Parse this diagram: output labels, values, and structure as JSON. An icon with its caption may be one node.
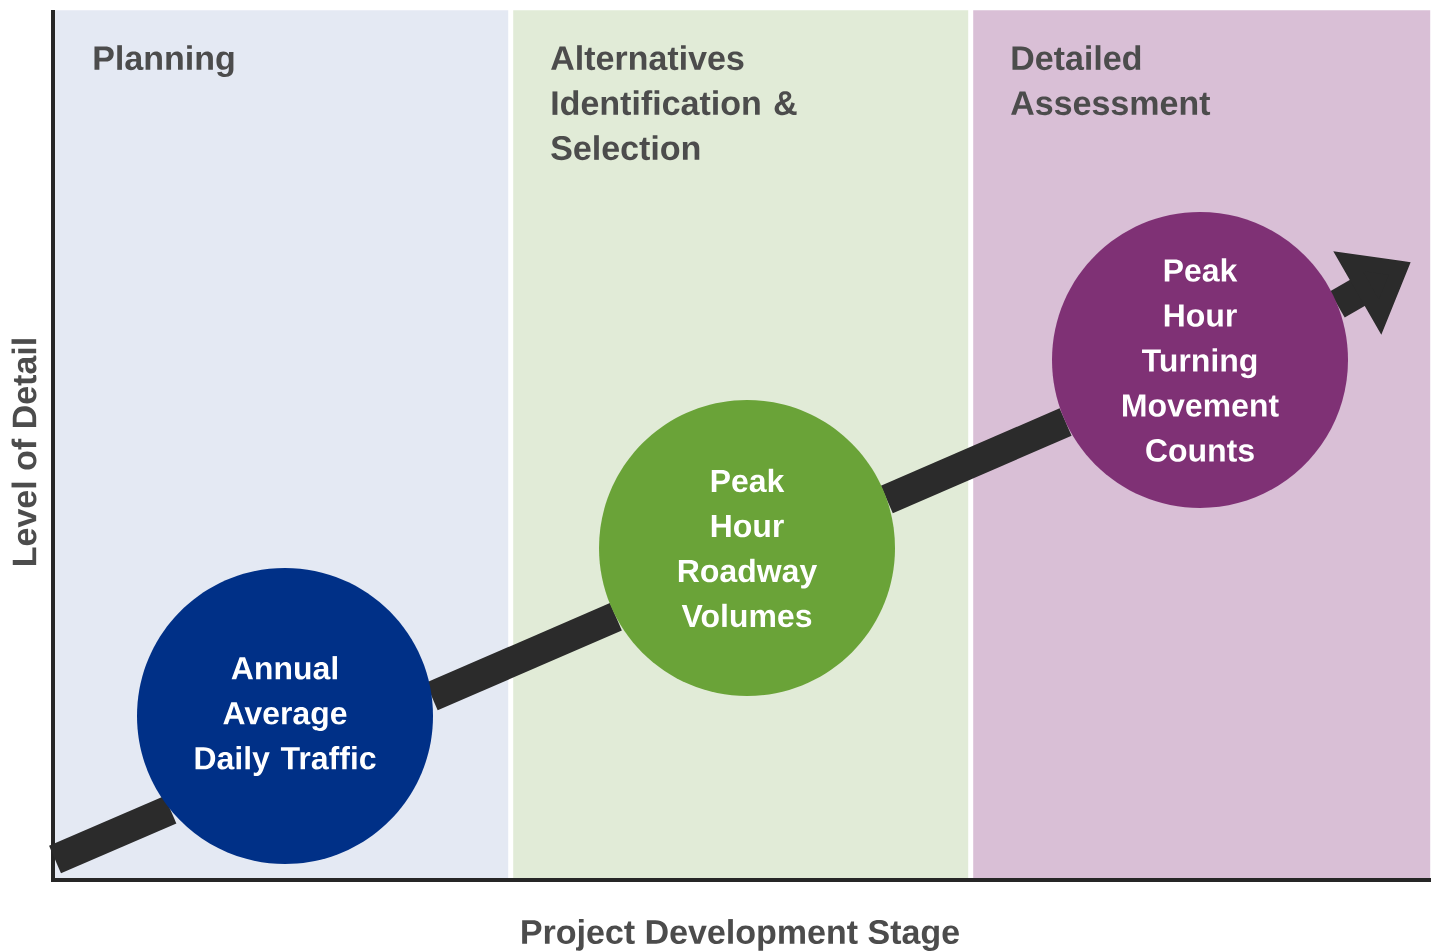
{
  "diagram": {
    "nodes": [
      {
        "text": [
          "Planning"
        ]
      },
      {
        "text": [
          "Annual Average Daily Traffic"
        ],
        "in": 0
      },
      {
        "text": [
          "Alternatives Identification & Selection"
        ]
      },
      {
        "text": [
          "Peak Hour Roadway Volumes"
        ],
        "in": 2
      },
      {
        "text": [
          "Detailed Assessment"
        ]
      },
      {
        "text": [
          "Peak Hour Turning Movement Counts"
        ],
        "in": 4
      }
    ],
    "edges": [
      {
        "from": null,
        "to": 1,
        "arrow": "none"
      },
      {
        "from": 1,
        "to": 3,
        "arrow": "none"
      },
      {
        "from": 3,
        "to": 5,
        "arrow": "none"
      },
      {
        "from": 5,
        "to": null,
        "arrow": "to"
      }
    ],
    "labels": [
      "Level of Detail",
      "Project Development Stage"
    ]
  }
}
